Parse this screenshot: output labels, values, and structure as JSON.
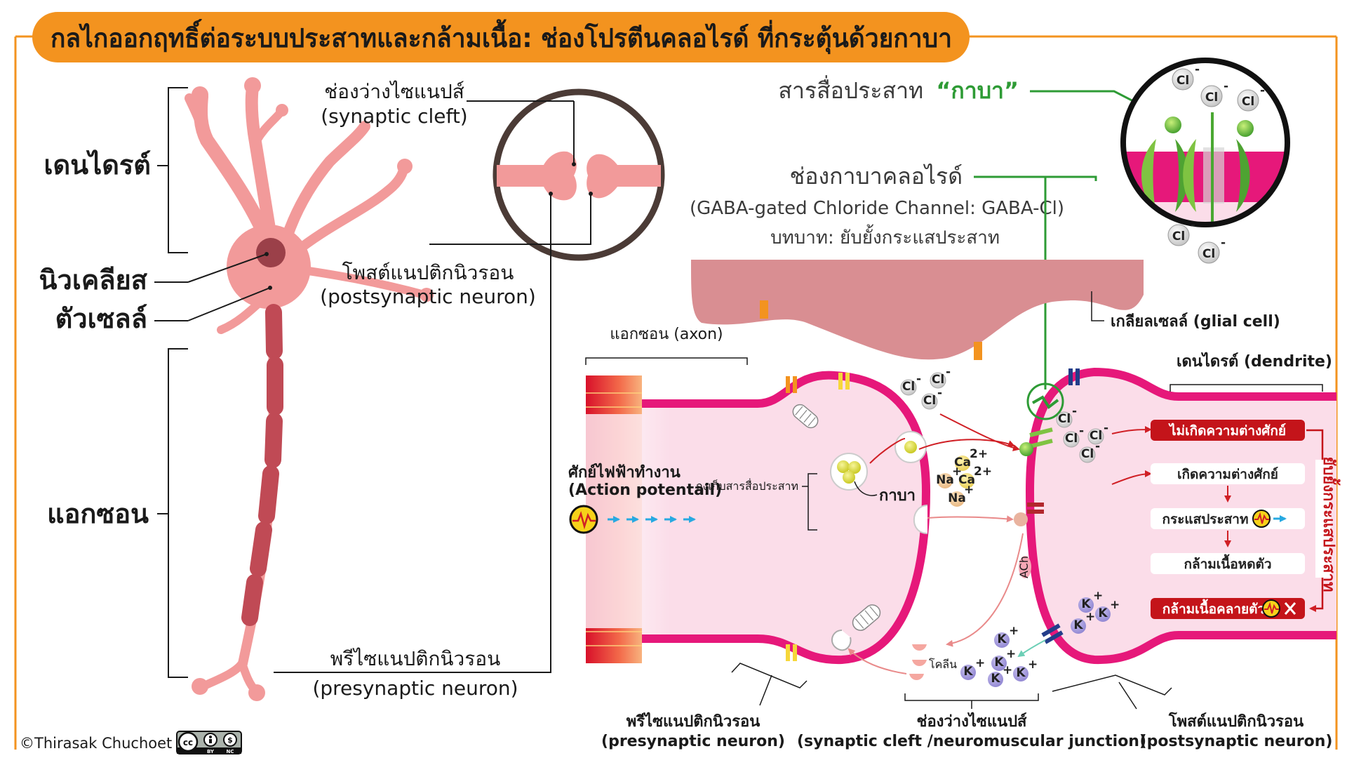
{
  "title": "กลไกออกฤทธิ์ต่อระบบประสาทและกล้ามเนื้อ: ช่องโปรตีนคลอไรด์ ที่กระตุ้นด้วยกาบา",
  "colors": {
    "title_bg": "#f3931f",
    "frame": "#f3931f",
    "neuron": "#f29a9a",
    "myelin": "#c04a55",
    "membrane": "#e6187a",
    "cytoplasm": "#fbdde9",
    "glial": "#d98e92",
    "gaba_green": "#5ab23c",
    "arrow_red": "#d01f25",
    "box_red": "#c4141a"
  },
  "neuron": {
    "dendrite_label": "เดนไดรต์",
    "nucleus_label": "นิวเคลียส",
    "cell_body_label": "ตัวเซลล์",
    "axon_label": "แอกซอน"
  },
  "synapse_zoom": {
    "cleft_th": "ช่องว่างไซแนปส์",
    "cleft_en": "(synaptic cleft)",
    "post_th": "โพสต์แนปติกนิวรอน",
    "post_en": "(postsynaptic neuron)",
    "pre_th": "พรีไซแนปติกนิวรอน",
    "pre_en": "(presynaptic neuron)"
  },
  "gaba": {
    "neurotransmitter_prefix": "สารสื่อประสาท",
    "neurotransmitter_name": "“กาบา”",
    "channel_th": "ช่องกาบาคลอไรด์",
    "channel_en": "(GABA-gated Chloride Channel: GABA-Cl)",
    "role": "บทบาท: ยับยั้งกระแสประสาท",
    "ion": "Cl",
    "ion_charge": "-"
  },
  "junction": {
    "axon_label": "แอกซอน (axon)",
    "glial_label": "เกลียลเซลล์ (glial cell)",
    "dendrite_label": "เดนไดรต์ (dendrite)",
    "action_potential_th": "ศักย์ไฟฟ้าทำงาน",
    "action_potential_en": "(Action potentail)",
    "vesicle_label": "ถุงเก็บสารสื่อประสาท",
    "gaba_label": "กาบา",
    "ach_label": "ACh",
    "choline_label": "โคลีน",
    "na": "Na",
    "ca": "Ca",
    "k": "K",
    "na_charge": "+",
    "ca_charge": "2+",
    "k_charge": "+"
  },
  "outcome_boxes": {
    "no_potential": "ไม่เกิดความต่างศักย์",
    "potential": "เกิดความต่างศักย์",
    "impulse": "กระแสประสาท",
    "contract": "กล้ามเนื้อหดตัว",
    "relax": "กล้ามเนื้อคลายตัว",
    "inhibit_vertical": "ยับยั้งกระแสประสาท"
  },
  "bottom_labels": {
    "pre_th": "พรีไซแนปติกนิวรอน",
    "pre_en": "(presynaptic neuron)",
    "cleft_th": "ช่องว่างไซแนปส์",
    "cleft_en": "(synaptic cleft /neuromuscular junction)",
    "post_th": "โพสต์แนปติกนิวรอน",
    "post_en": "(postsynaptic neuron)"
  },
  "credit": "©Thirasak Chuchoet",
  "license": {
    "cc": "cc",
    "by": "BY",
    "nc": "NC"
  }
}
